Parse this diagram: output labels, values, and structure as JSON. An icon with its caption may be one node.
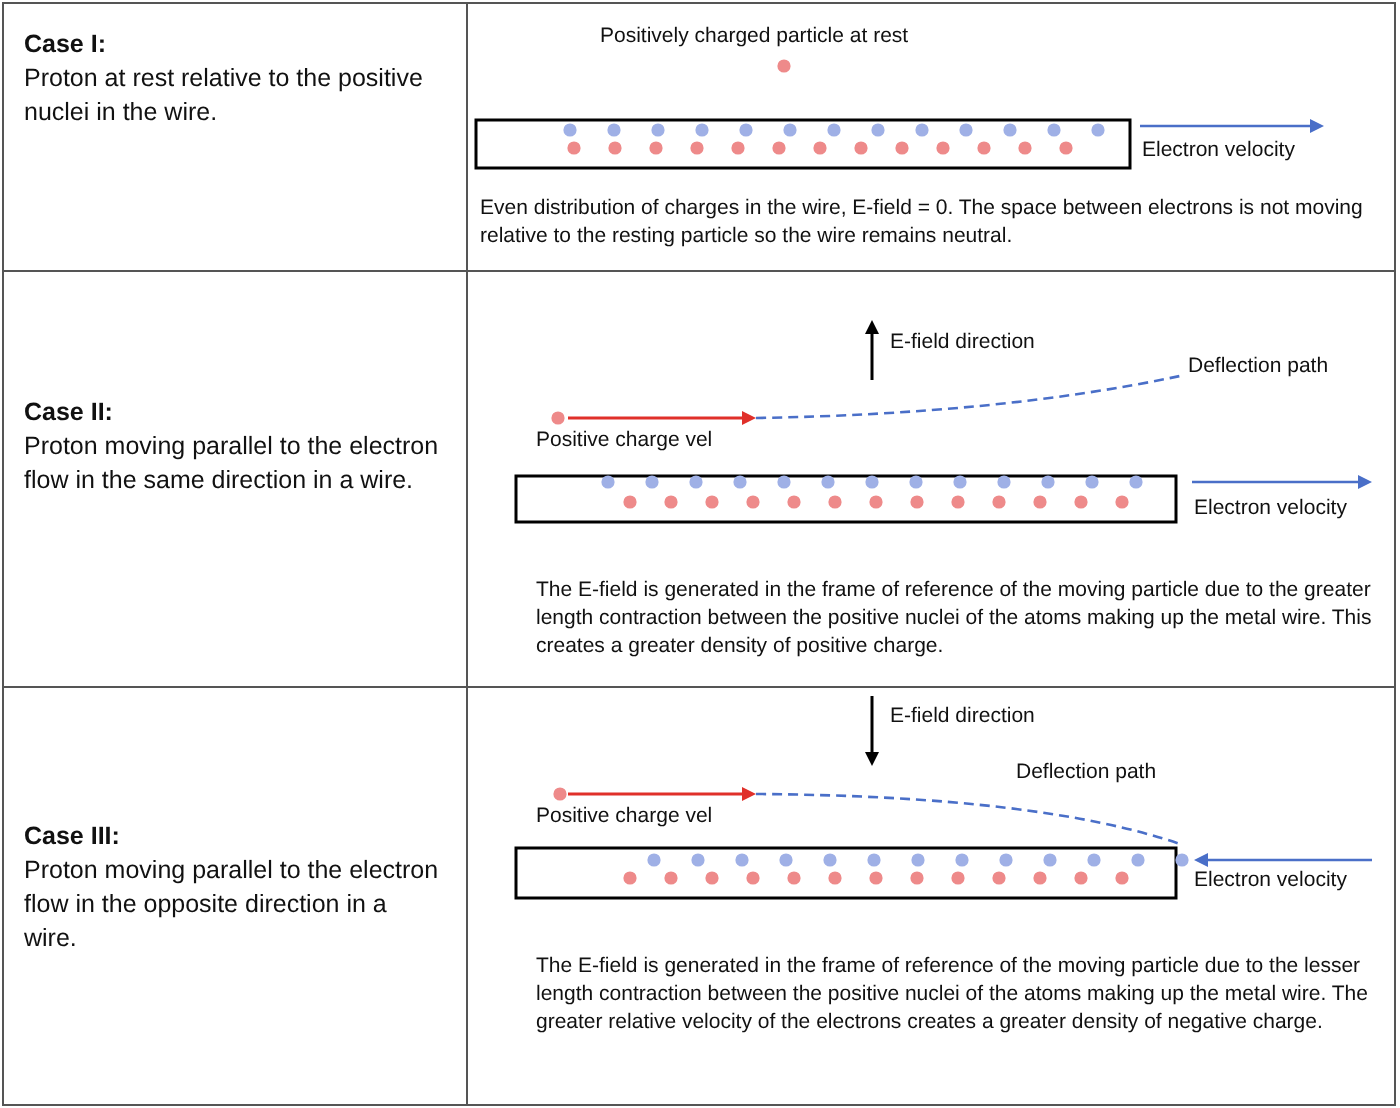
{
  "diagram": {
    "labels": [
      "Case I:",
      "Proton at rest relative to the positive nuclei in the wire.",
      "Positively charged particle at rest",
      "Electron velocity",
      "Even distribution of charges in the wire, E-field = 0. The space between electrons is not moving relative to the resting particle so the wire remains neutral.",
      "Case II:",
      "Proton moving parallel to the electron flow in the same direction in a wire.",
      "E-field direction",
      "Deflection path",
      "Positive charge vel",
      "Electron velocity",
      "The E-field is generated in the frame of reference of the moving particle due to the greater length contraction between the positive nuclei of the atoms making up the metal wire. This creates a greater density of positive charge.",
      "Case III:",
      "Proton moving parallel to the electron flow in the opposite direction in a wire.",
      "E-field direction",
      "Deflection path",
      "Positive charge vel",
      "Electron velocity",
      "The E-field is generated in the frame of reference of the moving particle due to the lesser length contraction between the positive nuclei of the atoms making up the metal wire. The greater relative velocity of the electrons creates a greater density of negative charge."
    ]
  }
}
